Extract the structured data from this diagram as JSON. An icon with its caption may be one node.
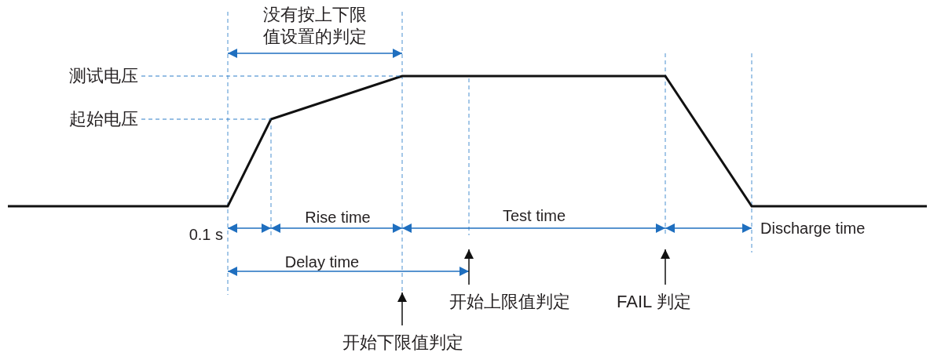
{
  "diagram": {
    "nodes": [
      {
        "text": [
          "测试电压"
        ]
      },
      {
        "text": [
          "起始电压"
        ]
      },
      {
        "text": [
          "开始上限值判定"
        ]
      },
      {
        "text": [
          "FAIL 判定"
        ]
      },
      {
        "text": [
          "开始下限值判定"
        ]
      }
    ],
    "edges": [
      {
        "from": 0,
        "to": null,
        "arrow": "none",
        "style": "dashed",
        "color": "#2f7fc8"
      },
      {
        "from": 1,
        "to": null,
        "arrow": "none",
        "style": "dashed",
        "color": "#2f7fc8"
      },
      {
        "from": 2,
        "to": null,
        "arrow": "to"
      },
      {
        "from": 3,
        "to": null,
        "arrow": "to"
      },
      {
        "from": 4,
        "to": null,
        "arrow": "to"
      }
    ],
    "labels": [
      "没有按上下限值设置的判定",
      "0.1 s",
      "Rise time",
      "Test time",
      "Discharge time",
      "Delay time"
    ]
  }
}
